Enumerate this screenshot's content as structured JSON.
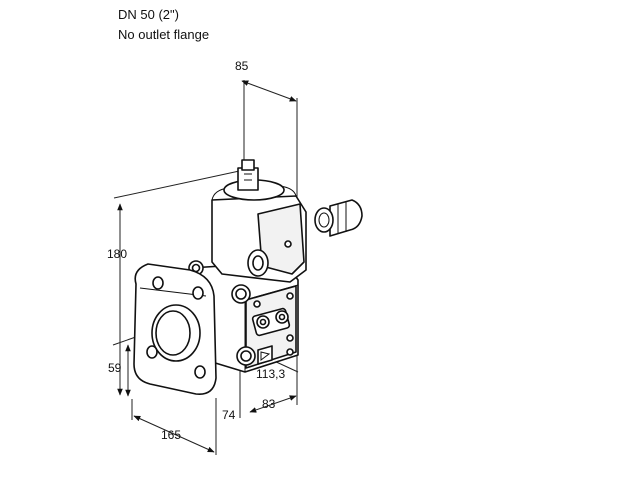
{
  "header": {
    "title": "DN 50 (2\")",
    "subtitle": "No outlet flange"
  },
  "dimensions": {
    "top_width": "85",
    "height": "180",
    "flange_center": "59",
    "outlet_offset": "113,3",
    "flange_depth": "74",
    "body_depth": "83",
    "flange_width": "165"
  },
  "colors": {
    "line": "#111111",
    "background": "#ffffff"
  }
}
